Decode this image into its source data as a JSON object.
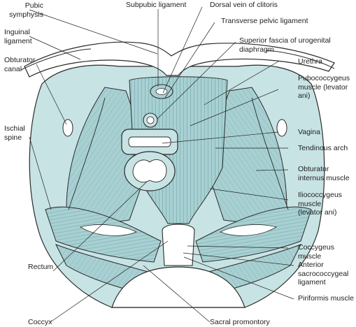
{
  "colors": {
    "muscle": "#a8d0d2",
    "muscle_light": "#c8e3e4",
    "muscle_dark": "#6fa7ab",
    "outline": "#2a2a2a",
    "bone": "#ffffff"
  },
  "labels": {
    "pubic_symphysis": "Pubic\nsymphysis",
    "inguinal_ligament": "Inguinal\nligament",
    "obturator_canal": "Obturator\ncanal",
    "ischial_spine": "Ischial\nspine",
    "rectum": "Rectum",
    "coccyx": "Coccyx",
    "subpubic_ligament": "Subpubic ligament",
    "dorsal_vein_of_clitoris": "Dorsal vein of clitoris",
    "transverse_pelvic_ligament": "Transverse pelvic ligament",
    "superior_fascia": "Superior fascia of urogenital\ndiaphragm",
    "urethra": "Urethra",
    "pubococcygeus": "Pubococcygeus\nmuscle (levator\nani)",
    "vagina": "Vagina",
    "tendinous_arch": "Tendinous arch",
    "obturator_internus": "Obturator\ninternus muscle",
    "iliococcygeus": "Iliococcygeus\nmuscle\n(levator ani)",
    "coccygeus": "Coccygeus\nmuscle",
    "anterior_sacrococcygeal": "Anterior\nsacrococcygeal\nligament",
    "piriformis": "Piriformis muscle",
    "sacral_promontory": "Sacral promontory"
  }
}
